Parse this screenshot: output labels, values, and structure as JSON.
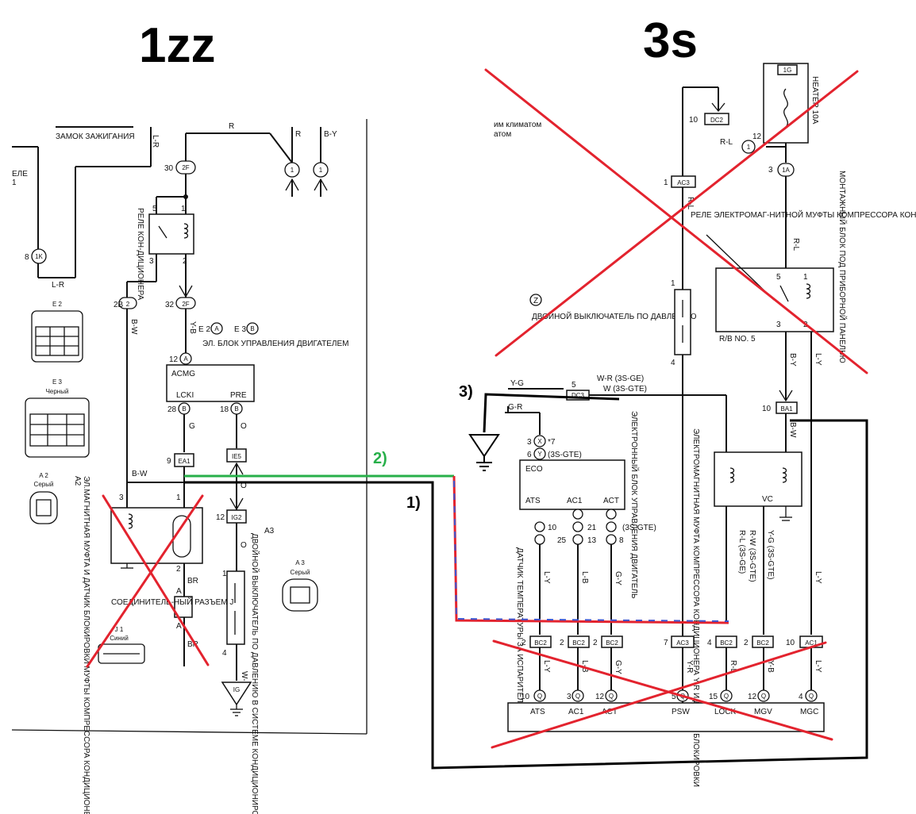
{
  "titles": {
    "left": "1zz",
    "right": "3s"
  },
  "markers": {
    "m1": "1)",
    "m2": "2)",
    "m3": "3)"
  },
  "left": {
    "ignition": "ЗАМОК ЗАЖИГАНИЯ",
    "rele": "ЕЛЕ",
    "rele_num": "1",
    "relay_ac": "РЕЛЕ КОН-ДИЦИОНЕРА",
    "ecu_label": "ЭЛ. БЛОК УПРАВЛЕНИЯ ДВИГАТЕЛЕМ",
    "ecu_e2": "E 2",
    "ecu_e3": "E 3",
    "ecu_pins": [
      "ACMG",
      "LCKI",
      "PRE"
    ],
    "clutch": "ЭЛ.МАГНИТНАЯ МУФТА И ДАТЧИК БЛОКИРОВКИ МУФТЫ КОМПРЕССОРА КОНДИЦИОНЕРА",
    "clutch_ref": "A2",
    "connector_j": "СОЕДИНИТЕЛЬ-НЫЙ РАЗЪЕМ J",
    "pressure": "ДВОЙНОЙ ВЫКЛЮЧАТЕЛЬ ПО ДАВЛЕНИЮ В СИСТЕМЕ КОНДИЦИОНИРОВАНИЯ",
    "pressure_ref": "A3",
    "e2_conn": "E 2",
    "e3_conn": "E 3",
    "e3_color": "Черный",
    "a2_conn": "A 2",
    "a2_color": "Серый",
    "a3_conn": "A 3",
    "a3_color": "Серый",
    "j1_conn": "J 1",
    "j1_color": "Синий",
    "wires": [
      "L-R",
      "R",
      "B-Y",
      "Y-B",
      "B-W",
      "G",
      "O",
      "W-B",
      "L-R",
      "BR",
      "BR"
    ],
    "pins": [
      "8",
      "1K",
      "2F",
      "30",
      "2B",
      "2",
      "2F",
      "32",
      "12",
      "A",
      "28",
      "B",
      "18",
      "B",
      "9",
      "EA1",
      "IE5",
      "12",
      "IG2",
      "IG",
      "1",
      "1",
      "5",
      "1",
      "3",
      "2",
      "3",
      "1",
      "2",
      "1",
      "4",
      "A",
      "A"
    ]
  },
  "right": {
    "climate": "им климатом",
    "climate2": "атом",
    "heater": "HEATER 10A",
    "mount": "МОНТАЖНЫЙ БЛОК ПОД ПРИБОРНОЙ ПАНЕЛЬЮ",
    "relay": "РЕЛЕ ЭЛЕКТРОМАГ-НИТНОЙ МУФТЫ КОМПРЕССОРА КОНДИЦИОНЕРА",
    "rb": "R/B NO. 5",
    "pressure": "ДВОЙНОЙ ВЫКЛЮЧАТЕЛЬ ПО ДАВЛЕНИЮ",
    "ecu": "ЭЛЕКТРОННЫЙ БЛОК УПРАВЛЕНИЯ ДВИГАТЕЛЬ",
    "clutch": "ЭЛЕКТРОМАГНИТНАЯ МУФТА КОМПРЕССОРА КОНДИЦИОНЕРА Y-R И ДАТЧИК БЛОКИРОВКИ",
    "temp": "ДАТЧИК ТЕМПЕРАТУРЫ ЗА ИСПАРИТЕЛЕМ",
    "ecu_pins": [
      "ECO",
      "ATS",
      "AC1",
      "ACT",
      "VC"
    ],
    "bottom_pins": [
      "ATS",
      "AC1",
      "ACT",
      "PSW",
      "LOCK",
      "MGV",
      "MGC"
    ],
    "notes": [
      "W-R (3S-GE)",
      "W (3S-GTE)",
      "(3S-GTE)",
      "(3S-GTE)",
      "R-L (3S-GE)",
      "R-W (3S-GTE)",
      "Y-G (3S-GTE)"
    ],
    "wires": [
      "R-L",
      "R-L",
      "R-L",
      "B-Y",
      "L-Y",
      "B-W",
      "Y-G",
      "G-R",
      "L-Y",
      "L-B",
      "G-Y",
      "Y-R",
      "R-L",
      "Y-B",
      "L-Y"
    ],
    "connectors": [
      "DC2",
      "AC3",
      "1A",
      "1G",
      "BA1",
      "BC2",
      "BC2",
      "BC2",
      "AC3",
      "BC2",
      "BC2",
      "AC1",
      "DC3",
      "Q",
      "Q",
      "Q",
      "Q",
      "Q",
      "Q",
      "Q"
    ],
    "pins": [
      "10",
      "1",
      "12",
      "3",
      "5",
      "1",
      "3",
      "2",
      "10",
      "4",
      "2",
      "7",
      "6",
      "3",
      "X",
      "Y",
      "7",
      "X",
      "6",
      "10",
      "Y",
      "21",
      "25",
      "B",
      "13",
      "8",
      "2",
      "2",
      "2",
      "7",
      "4",
      "2",
      "10",
      "10",
      "3",
      "12",
      "5",
      "15",
      "12",
      "4",
      "1",
      "4",
      "2",
      "7"
    ]
  },
  "colors": {
    "cross": "#e3232e",
    "green": "#28b04a",
    "blue": "#3c55d0",
    "wire": "#111111"
  }
}
